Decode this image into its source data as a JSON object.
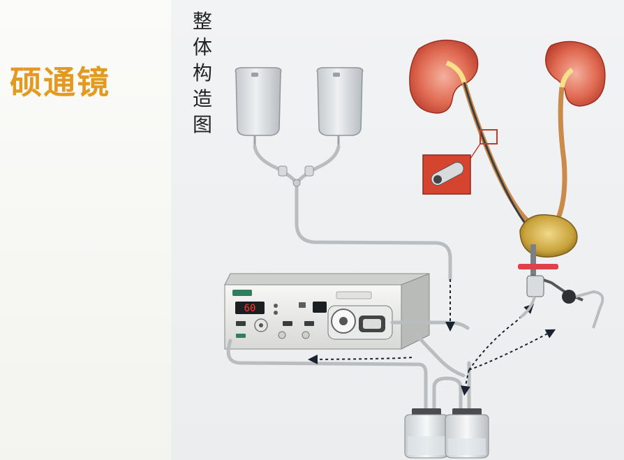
{
  "page": {
    "title": "硕通镜"
  },
  "diagram": {
    "heading": "整体构造图",
    "device": {
      "display_value": "60"
    }
  },
  "colors": {
    "title": "#e39a20",
    "kidney": "#d84f3c",
    "tubing": "#b9bdbf",
    "bladder": "#c9a23a",
    "arrow": "#1c2330",
    "clamp": "#e0404a"
  }
}
